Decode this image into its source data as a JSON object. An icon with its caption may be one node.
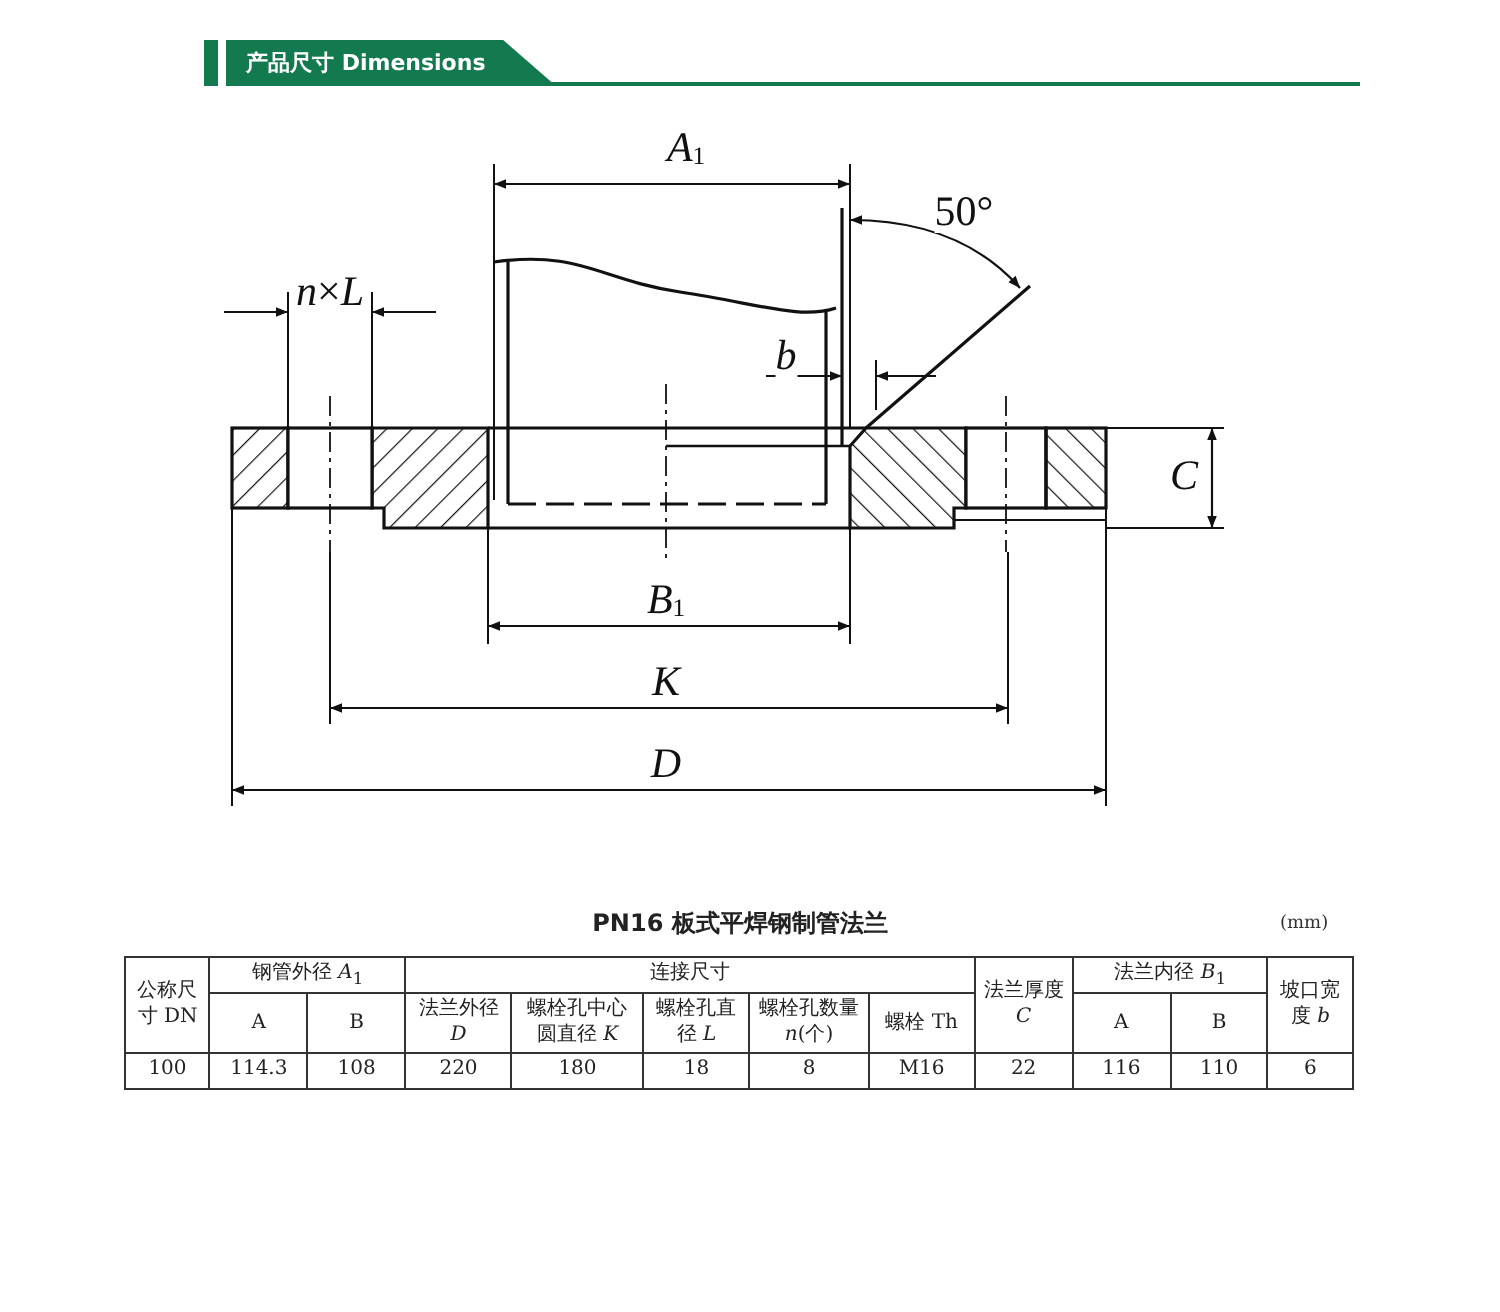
{
  "diagram": {
    "title": "产品尺寸 Dimensions",
    "labels": [
      "*A*$_{1}$",
      "50°",
      "*n*×*L*",
      "*b*",
      "*C*",
      "*B*$_{1}$",
      "*K*",
      "*D*",
      "PN16 板式平焊钢制管法兰",
      "(mm)",
      "公称尺寸 DN",
      "钢管外径 *A*$_{1}$",
      "连接尺寸",
      "法兰厚度 *C*",
      "法兰内径 *B*$_{1}$",
      "坡口宽度 *b*",
      "A",
      "B",
      "法兰外径 *D*",
      "螺栓孔中心圆直径 *K*",
      "螺栓孔直径 *L*",
      "螺栓孔数量 *n*(个)",
      "螺栓 Th",
      "A",
      "B",
      "100",
      "114.3",
      "108",
      "220",
      "180",
      "18",
      "8",
      "M16",
      "22",
      "116",
      "110",
      "6"
    ]
  }
}
